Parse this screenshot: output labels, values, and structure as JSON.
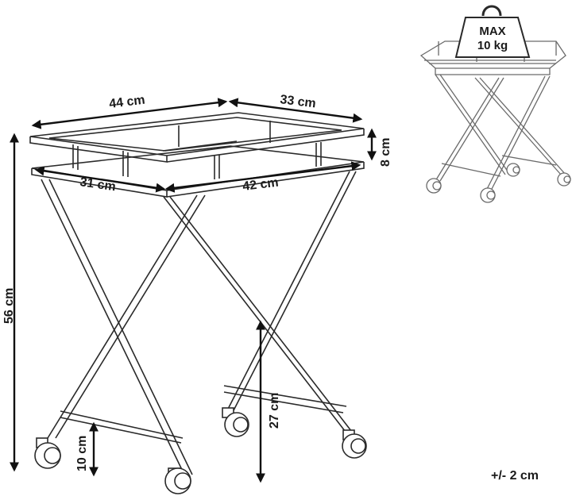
{
  "dimensions": {
    "width_top": "44 cm",
    "depth_top": "33 cm",
    "width_lower": "31 cm",
    "depth_lower": "42 cm",
    "rail_height": "8 cm",
    "total_height": "56 cm",
    "shelf_height": "27 cm",
    "bottom_clearance": "10 cm"
  },
  "load": {
    "line1": "MAX",
    "line2": "10 kg"
  },
  "tolerance": "+/- 2 cm",
  "icons": [
    "weight-icon",
    "caster-wheel-icon"
  ]
}
